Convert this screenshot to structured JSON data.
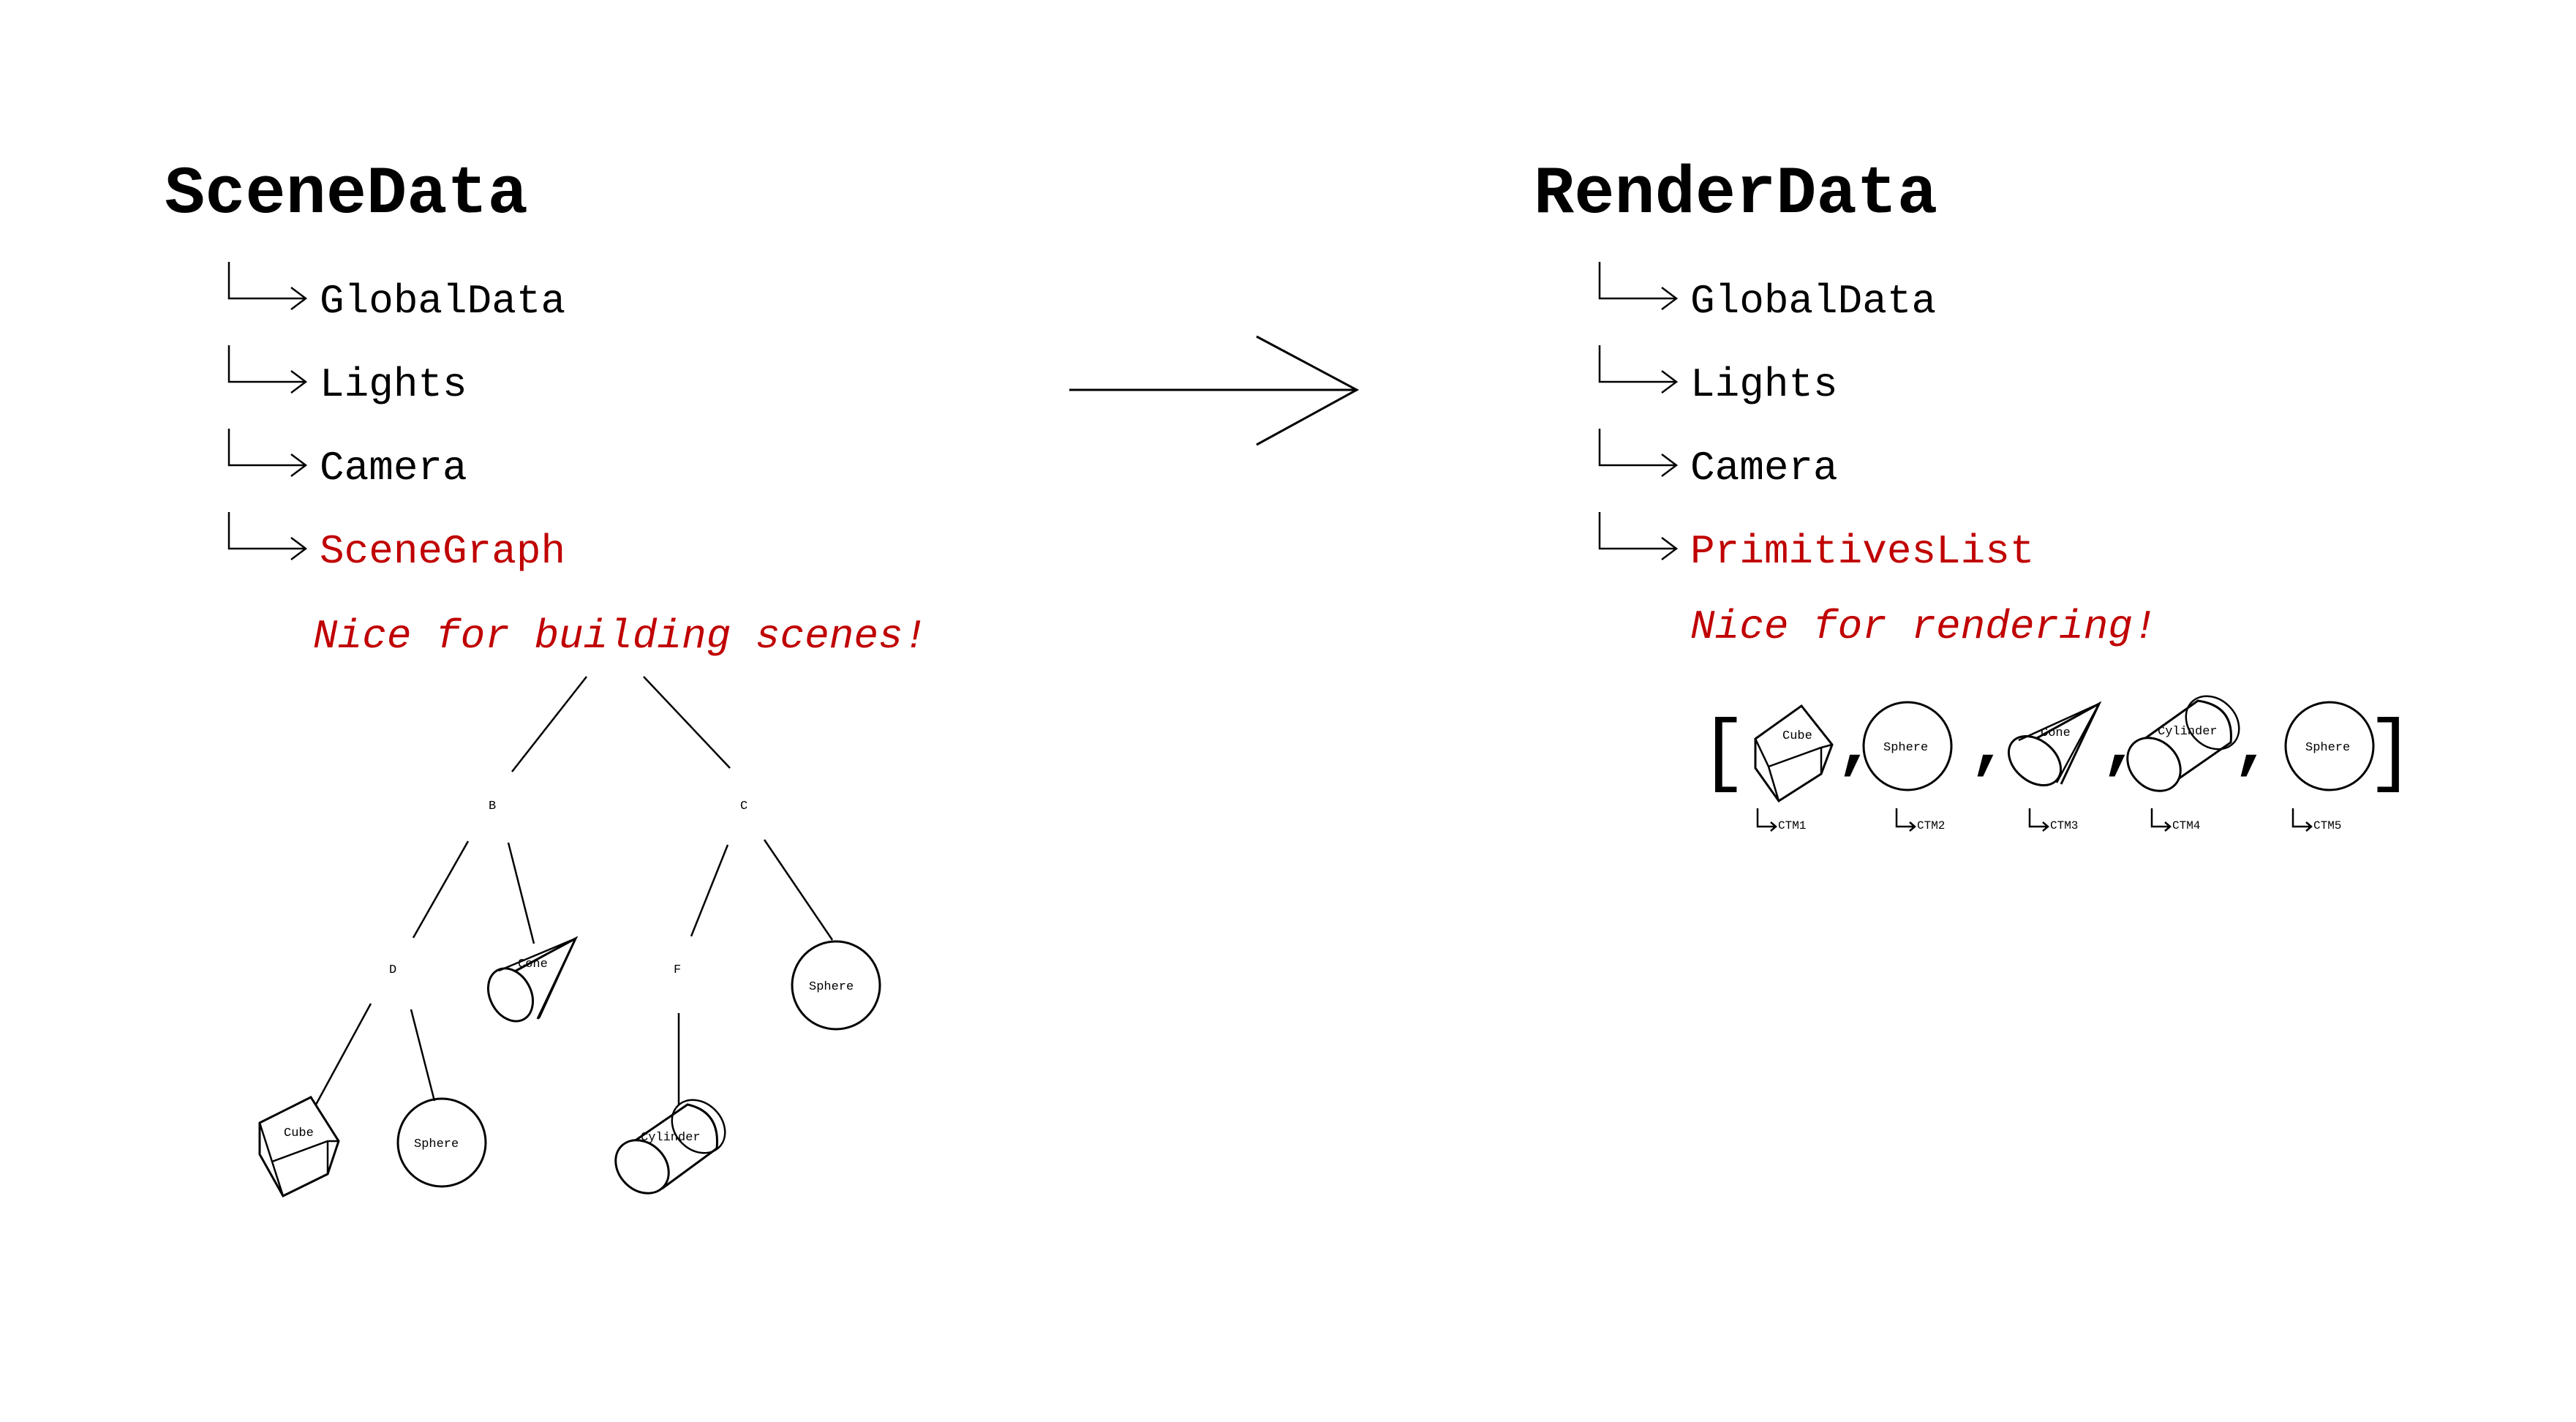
{
  "left": {
    "title": "SceneData",
    "items": [
      {
        "label": "GlobalData",
        "highlight": false
      },
      {
        "label": "Lights",
        "highlight": false
      },
      {
        "label": "Camera",
        "highlight": false
      },
      {
        "label": "SceneGraph",
        "highlight": true
      }
    ],
    "note": "Nice for building scenes!",
    "tree": {
      "nodes": {
        "B": "B",
        "C": "C",
        "D": "D",
        "F": "F",
        "cone": "Cone",
        "sphere_c": "Sphere",
        "cube": "Cube",
        "sphere_d": "Sphere",
        "cylinder": "Cylinder"
      }
    }
  },
  "right": {
    "title": "RenderData",
    "items": [
      {
        "label": "GlobalData",
        "highlight": false
      },
      {
        "label": "Lights",
        "highlight": false
      },
      {
        "label": "Camera",
        "highlight": false
      },
      {
        "label": "PrimitivesList",
        "highlight": true
      }
    ],
    "note": "Nice for rendering!",
    "list": {
      "open_bracket": "[",
      "close_bracket": "]",
      "separator": ",",
      "primitives": [
        {
          "label": "Cube",
          "ctm": "CTM1"
        },
        {
          "label": "Sphere",
          "ctm": "CTM2"
        },
        {
          "label": "Cone",
          "ctm": "CTM3"
        },
        {
          "label": "Cylinder",
          "ctm": "CTM4"
        },
        {
          "label": "Sphere",
          "ctm": "CTM5"
        }
      ]
    }
  },
  "colors": {
    "text": "#000000",
    "accent": "#c00000",
    "background": "#ffffff"
  }
}
